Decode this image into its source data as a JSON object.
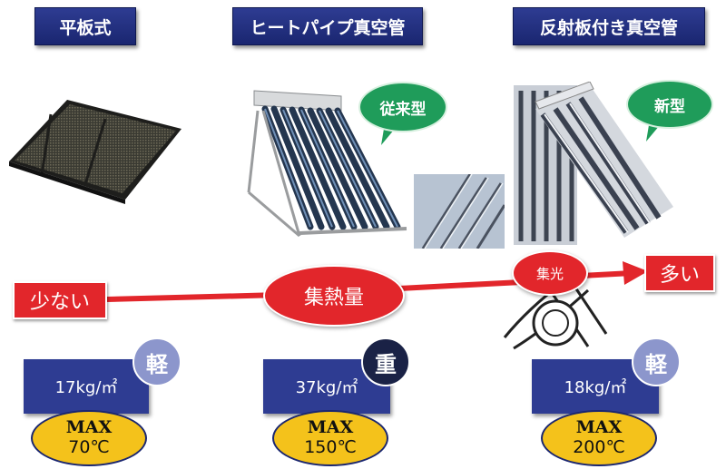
{
  "headers": {
    "flat": "平板式",
    "heat_pipe": "ヒートパイプ真空管",
    "reflector": "反射板付き真空管"
  },
  "bubbles": {
    "conventional": "従来型",
    "new": "新型"
  },
  "arrow": {
    "low": "少ない",
    "middle": "集熱量",
    "collect": "集光",
    "high": "多い"
  },
  "columns": [
    {
      "weight_badge": "軽",
      "weight": "17kg/㎡",
      "max_label": "MAX",
      "max_temp": "70℃"
    },
    {
      "weight_badge": "重",
      "weight": "37kg/㎡",
      "max_label": "MAX",
      "max_temp": "150℃"
    },
    {
      "weight_badge": "軽",
      "weight": "18kg/㎡",
      "max_label": "MAX",
      "max_temp": "200℃"
    }
  ],
  "colors": {
    "header_blue": "#2e3c92",
    "bubble_green": "#1f9c5a",
    "arrow_red": "#e2262b",
    "light_badge": "#8c96cc",
    "heavy_badge": "#1a2246",
    "max_yellow": "#f4c21b"
  }
}
